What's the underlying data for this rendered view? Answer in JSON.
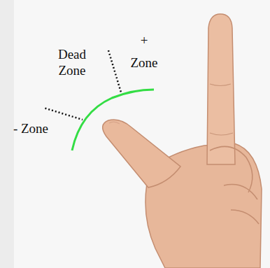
{
  "diagram": {
    "labels": [
      "Dead Zone",
      "+ Zone",
      "- Zone"
    ]
  }
}
